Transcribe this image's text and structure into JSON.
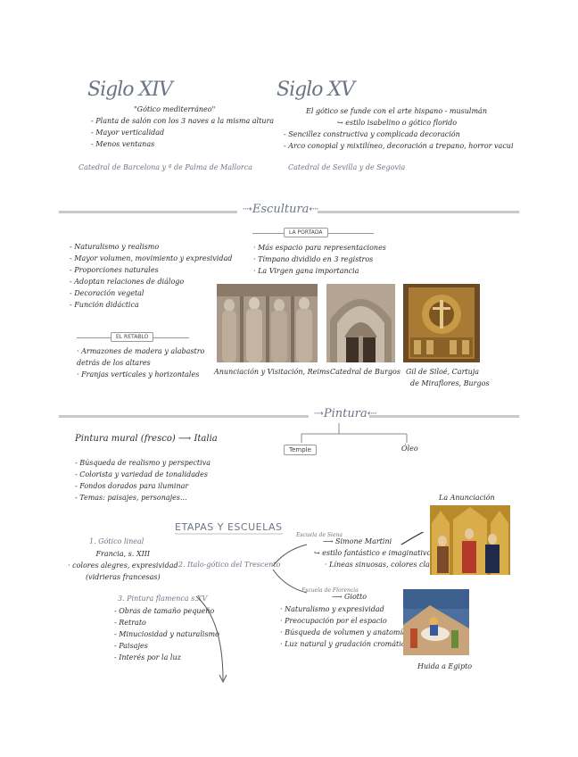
{
  "s14": {
    "title": "Siglo XIV",
    "subtitle": "\"Gótico mediterráneo\"",
    "items": [
      "- Planta de salón con los 3 naves a la misma altura",
      "- Mayor verticalidad",
      "- Menos ventanas"
    ],
    "caption": "Catedral de Barcelona y ª de Palma de Mallorca"
  },
  "s15": {
    "title": "Siglo XV",
    "line1": "El gótico se funde con el arte hispano - musulmán",
    "line2": "↪ estilo isabelino o gótico florido",
    "items": [
      "- Sencillez constructiva y complicada decoración",
      "- Arco conopial y mixtilíneo, decoración a trepano, horror vacui"
    ],
    "caption": "Catedral de Sevilla y de Segovia"
  },
  "escultura": {
    "title": "⇢Escultura⇠",
    "items": [
      "- Naturalismo y realismo",
      "- Mayor volumen, movimiento y expresividad",
      "- Proporciones naturales",
      "- Adoptan relaciones de diálogo",
      "- Decoración vegetal",
      "- Función didáctica"
    ],
    "portada_tag": "LA PORTADA",
    "portada_items": [
      "· Más espacio para representaciones",
      "· Tímpano dividido en 3 registros",
      "· La Virgen gana importancia"
    ],
    "retablo_tag": "EL RETABLO",
    "retablo_items": [
      "· Armazones de madera y alabastro",
      "   detrás de los altares",
      "· Franjas verticales y horizontales"
    ],
    "captions": [
      "Anunciación y Visitación, Reims",
      "Catedral de Burgos",
      "Gil de Siloé, Cartuja",
      "de Miraflores, Burgos"
    ]
  },
  "pintura": {
    "title": "⇢Pintura⇠",
    "mural": "Pintura mural (fresco) ⟶ Italia",
    "temple": "Temple",
    "oleo": "Óleo",
    "items": [
      "- Búsqueda de realismo y perspectiva",
      "- Colorista y variedad de tonalidades",
      "- Fondos dorados para iluminar",
      "- Temas: paisajes, personajes..."
    ],
    "etapas": "ETAPAS Y ESCUELAS",
    "e1": "1. Gótico lineal",
    "e1_items": [
      "Francia, s. XIII",
      "· colores alegres, expresividad",
      "(vidrieras francesas)"
    ],
    "e2": "2. Italo-gótico del Trescento",
    "siena": "Escuela de Siena",
    "martini": "⟶ Simone Martini",
    "siena_items": [
      "↪ estilo fantástico e imaginativo",
      "· Líneas sinuosas, colores claros"
    ],
    "florencia": "Escuela de Florencia",
    "giotto": "⟶ Giotto",
    "florencia_items": [
      "· Naturalismo y expresividad",
      "· Preocupación por el espacio",
      "· Búsqueda de volumen y anatomía",
      "· Luz natural y gradación cromática"
    ],
    "e3": "3. Pintura flamenca s.XV",
    "e3_items": [
      "- Obras de tamaño pequeño",
      "- Retrato",
      "- Minuciosidad y naturalismo",
      "- Paisajes",
      "- Interés por la luz"
    ],
    "anunciacion": "La Anunciación",
    "huida": "Huida a Egipto"
  }
}
